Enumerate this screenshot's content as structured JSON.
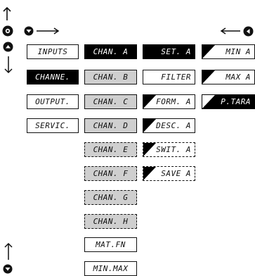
{
  "col1": [
    "INPUTS",
    "CHANNE.",
    "OUTPUT.",
    "SERVIC."
  ],
  "col2": [
    "CHAN. A",
    "CHAN. B",
    "CHAN. C",
    "CHAN. D",
    "CHAN. E",
    "CHAN. F",
    "CHAN. G",
    "CHAN. H",
    "MAT.FN",
    "MIN.MAX"
  ],
  "col3": [
    "SET. A",
    "FILTER",
    "FORM. A",
    "DESC. A",
    "SWIT. A",
    "SAVE A"
  ],
  "col4": [
    "MIN A",
    "MAX A",
    "P.TARA"
  ],
  "icons": [
    "arrow-up-icon",
    "enter-button-icon",
    "up-button-icon",
    "arrow-down-icon",
    "down-button-icon",
    "arrow-right-icon",
    "arrow-left-icon",
    "left-button-icon"
  ]
}
